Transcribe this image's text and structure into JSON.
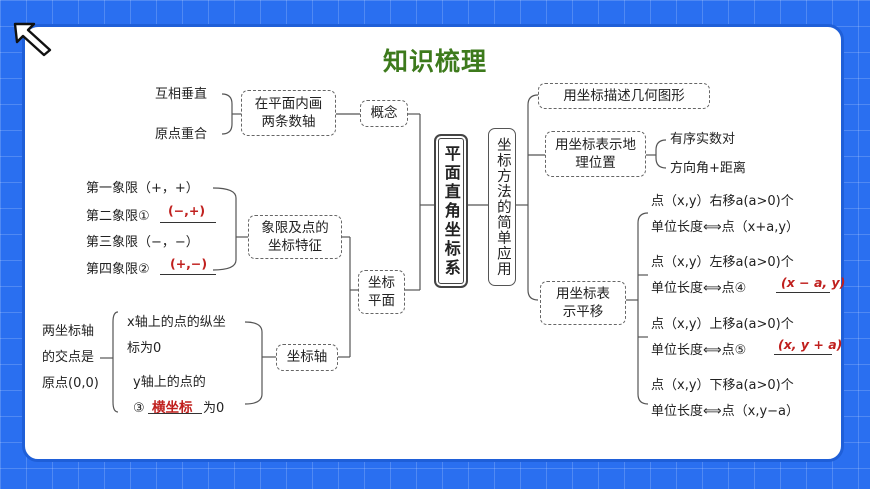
{
  "title": "知识梳理",
  "center": {
    "vertical_title": "平面直角坐标系"
  },
  "left": {
    "concept": {
      "label": "概念",
      "box": "在平面内画两条数轴",
      "facts": [
        "互相垂直",
        "原点重合"
      ]
    },
    "plane": {
      "label": "坐标平面",
      "quadrant_box": "象限及点的坐标特征",
      "quadrants": [
        {
          "prefix": "第一象限（+，+）",
          "answer": ""
        },
        {
          "prefix": "第二象限①",
          "answer": "(−,+)"
        },
        {
          "prefix": "第三象限（−，−）",
          "answer": ""
        },
        {
          "prefix": "第四象限②",
          "answer": "(+,−)"
        }
      ],
      "axis_box": "坐标轴",
      "axis_notes": [
        {
          "line1": "x轴上的点的纵坐",
          "line2": "标为0",
          "answer": ""
        },
        {
          "line1": "y轴上的点的",
          "line2_prefix": "③",
          "answer": "横坐标",
          "line2_suffix": "为0"
        }
      ],
      "origin_note": [
        "两坐标轴",
        "的交点是",
        "原点(0,0)"
      ]
    }
  },
  "right": {
    "vertical_title": "坐标方法的简单应用",
    "describe": "用坐标描述几何图形",
    "location": {
      "box": "用坐标表示地理位置",
      "options": [
        "有序实数对",
        "方向角+距离"
      ]
    },
    "translation": {
      "box": "用坐标表示平移",
      "items": [
        {
          "line1": "点（x,y）右移a(a>0)个",
          "line2": "单位长度⟺点（x+a,y）",
          "answer": ""
        },
        {
          "line1": "点（x,y）左移a(a>0)个",
          "line2": "单位长度⟺点④",
          "answer": "(x − a, y)"
        },
        {
          "line1": "点（x,y）上移a(a>0)个",
          "line2": "单位长度⟺点⑤",
          "answer": "(x, y + a)"
        },
        {
          "line1": "点（x,y）下移a(a>0)个",
          "line2": "单位长度⟺点（x,y−a）",
          "answer": ""
        }
      ]
    }
  },
  "colors": {
    "frame": "#2a6ff0",
    "title": "#3d7a1c",
    "answer": "#c0201e"
  }
}
